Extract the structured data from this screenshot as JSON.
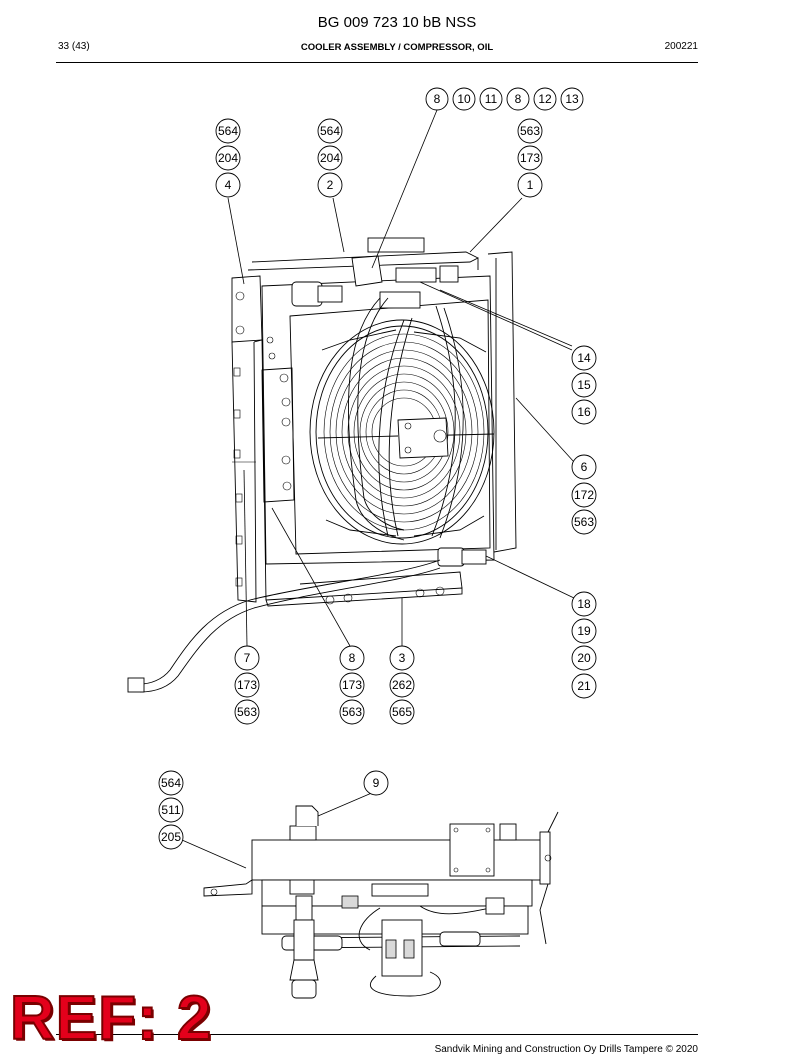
{
  "header": {
    "doc_title": "BG 009 723 10 bB NSS",
    "page_number": "33 (43)",
    "section_title": "COOLER ASSEMBLY / COMPRESSOR, OIL",
    "date": "200221"
  },
  "footer": {
    "text": "Sandvik Mining and Construction Oy Drills Tampere © 2020"
  },
  "stamp": {
    "text": "REF: 2",
    "color": "#e3001b"
  },
  "callouts": {
    "top_row": [
      "8",
      "10",
      "11",
      "8",
      "12",
      "13"
    ],
    "col_564_204_4": [
      "564",
      "204",
      "4"
    ],
    "col_564_204_2": [
      "564",
      "204",
      "2"
    ],
    "col_563_173_1": [
      "563",
      "173",
      "1"
    ],
    "col_14_15_16": [
      "14",
      "15",
      "16"
    ],
    "col_6_172_563": [
      "6",
      "172",
      "563"
    ],
    "col_18_19_20_21": [
      "18",
      "19",
      "20",
      "21"
    ],
    "col_7_173_563": [
      "7",
      "173",
      "563"
    ],
    "col_8_173_563": [
      "8",
      "173",
      "563"
    ],
    "col_3_262_565": [
      "3",
      "262",
      "565"
    ],
    "col_564_511_205": [
      "564",
      "511",
      "205"
    ],
    "single_9": [
      "9"
    ]
  }
}
